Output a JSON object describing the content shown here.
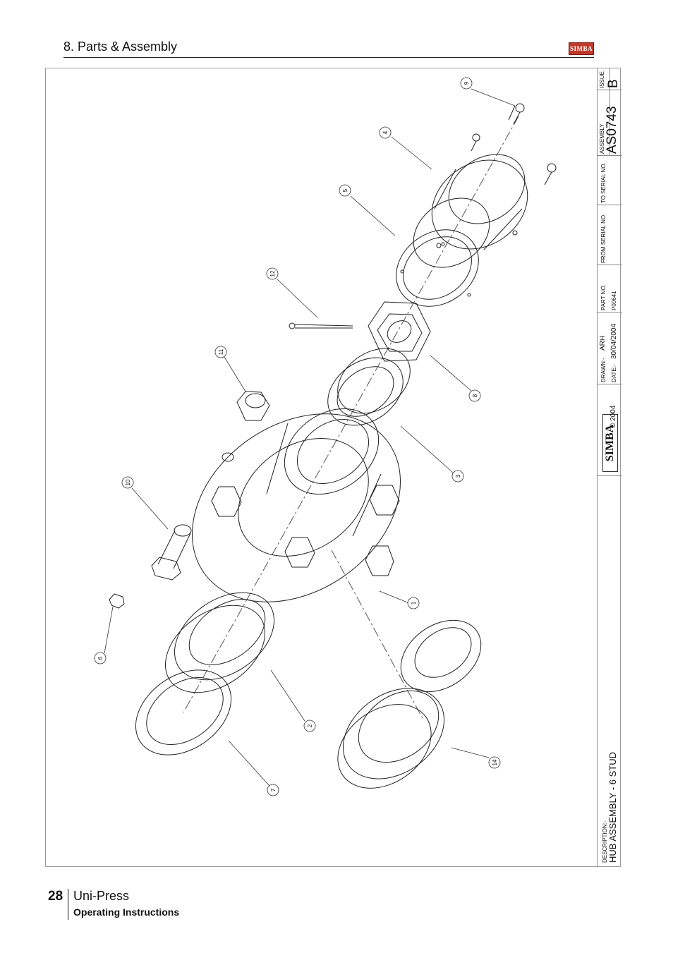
{
  "header": {
    "section_title": "8. Parts & Assembly",
    "logo_text": "SIMBA"
  },
  "title_block": {
    "issue_label": "ISSUE",
    "issue_value": "B",
    "assembly_label": "ASSEMBLY",
    "assembly_no": "AS0743",
    "to_serial_label": "TO SERIAL NO.",
    "from_serial_label": "FROM SERIAL NO.",
    "part_no_label": "PART NO.",
    "part_no_value": "P00641",
    "drawn_label": "DRAWN:-",
    "drawn_value": "ARH",
    "date_label": "DATE:-",
    "date_value": "30/04/2004",
    "copyright": "© 2004",
    "brand": "SIMBA",
    "description_label": "DESCRIPTION:-",
    "description": "HUB ASSEMBLY - 6 STUD"
  },
  "balloons": [
    "9",
    "4",
    "5",
    "12",
    "8",
    "11",
    "3",
    "10",
    "1",
    "6",
    "2",
    "14",
    "7"
  ],
  "footer": {
    "page_number": "28",
    "product": "Uni-Press",
    "subtitle": "Operating Instructions"
  }
}
